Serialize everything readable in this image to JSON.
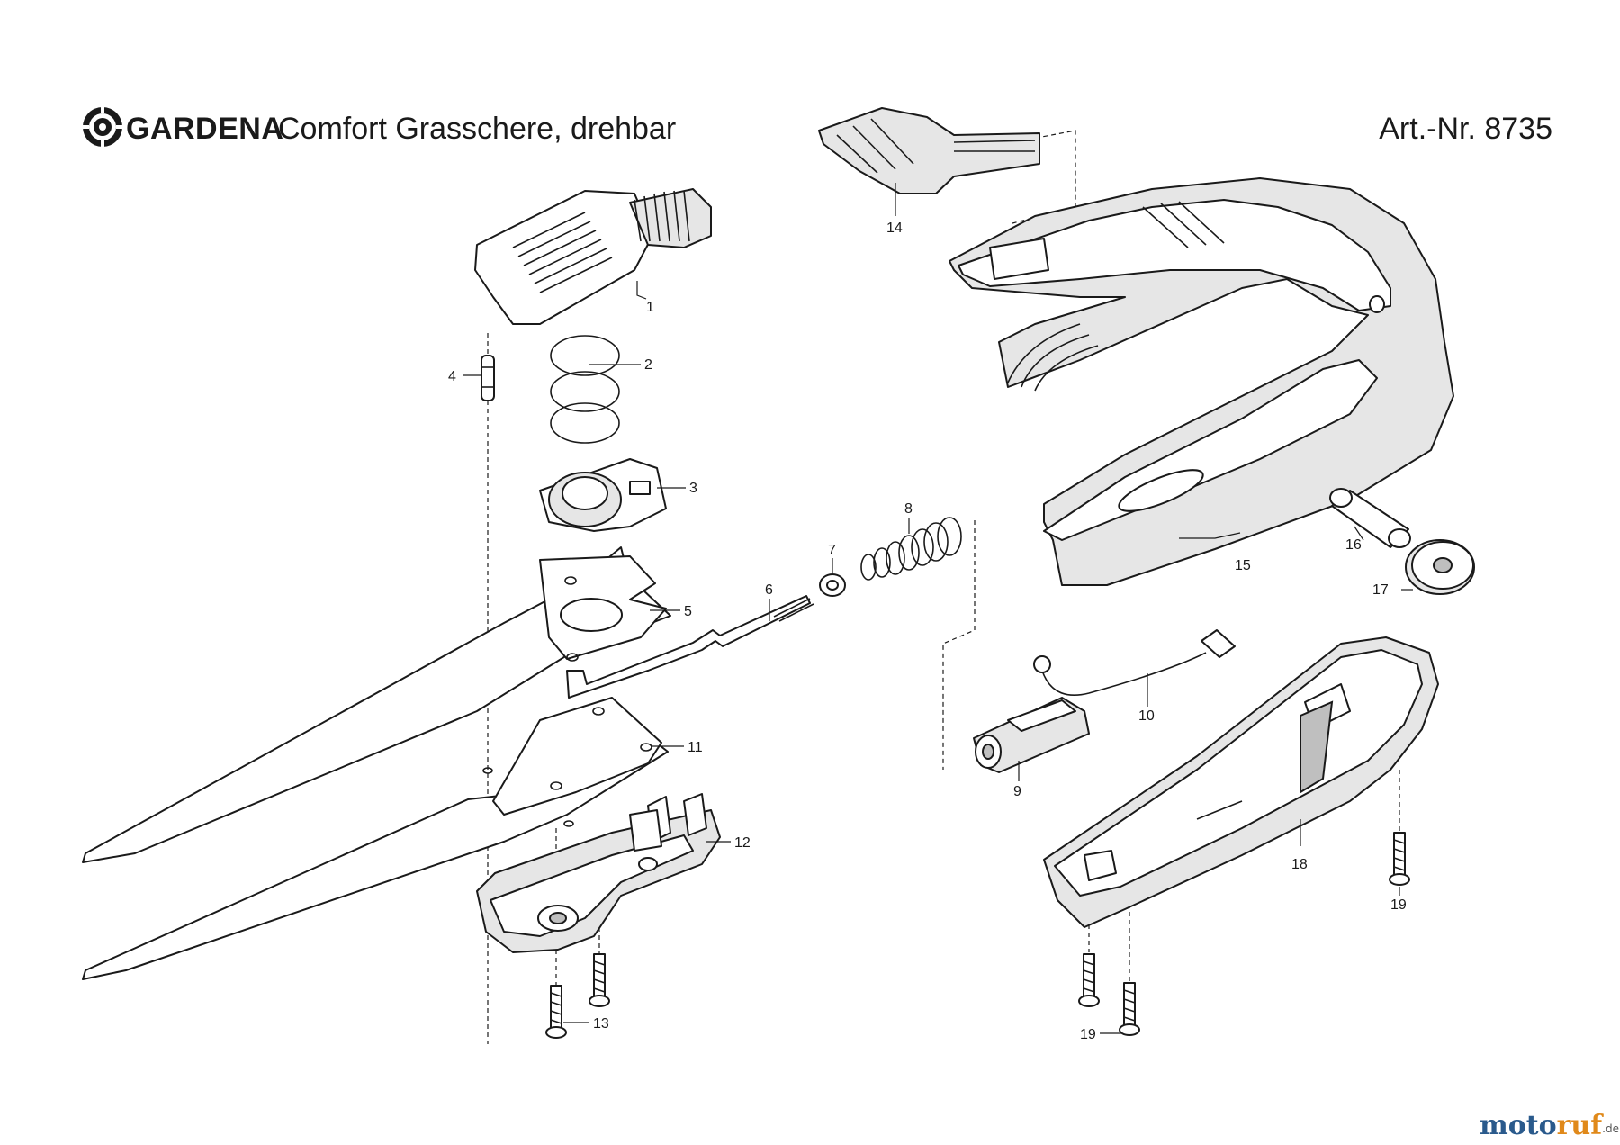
{
  "header": {
    "brand": "GARDENA",
    "title": "Comfort Grasschere, drehbar",
    "article_number": "Art.-Nr. 8735"
  },
  "parts": {
    "p1": "1",
    "p2": "2",
    "p3": "3",
    "p4": "4",
    "p5": "5",
    "p6": "6",
    "p7": "7",
    "p8": "8",
    "p9": "9",
    "p10": "10",
    "p11": "11",
    "p12": "12",
    "p13": "13",
    "p14": "14",
    "p15": "15",
    "p16": "16",
    "p17": "17",
    "p18": "18",
    "p19a": "19",
    "p19b": "19"
  },
  "watermark": {
    "part1": "moto",
    "part2": "ruf",
    "suffix": ".de",
    "colors": {
      "moto": "#2a5a8c",
      "ruf": "#e0891a"
    }
  },
  "icons": {
    "brand_logo": "gardena-flower-icon"
  }
}
